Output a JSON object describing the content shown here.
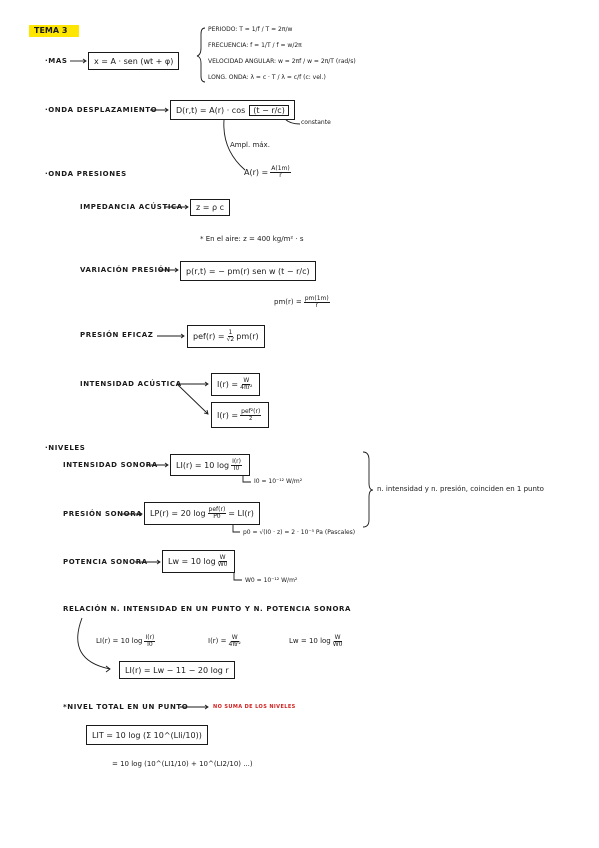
{
  "title": "TEMA 3",
  "colors": {
    "highlight": "#ffe600",
    "accent_red": "#d42020",
    "ink": "#1a1a1a"
  },
  "mas": {
    "label": "·MAS",
    "formula": "x = A · sen (wt + φ)",
    "defs": [
      "PERIODO: T = 1/f  /  T = 2π/w",
      "FRECUENCIA: f = 1/T  /  f = w/2π",
      "VELOCIDAD ANGULAR: w = 2πf  /  w = 2π/T   (rad/s)",
      "LONG. ONDA: λ = c · T  /  λ = c/f   (c: vel.)"
    ]
  },
  "onda_desp": {
    "label": "·ONDA DESPLAZAMIENTO",
    "formula_pre": "D(r,t) = A(r) · cos",
    "formula_paren": "(t − r/c)",
    "note_constante": "constante",
    "note_ampl": "Ampl. máx.",
    "ampl_formula_lhs": "A(r) =",
    "ampl_num": "A(1m)",
    "ampl_den": "r"
  },
  "onda_pres": {
    "label": "·ONDA PRESIONES",
    "impedancia_label": "IMPEDANCIA ACÚSTICA",
    "impedancia_formula": "z = ρ c",
    "aire_note": "* En el aire: z = 400 kg/m² · s",
    "variacion_label": "VARIACIÓN PRESIÓN",
    "variacion_formula": "p(r,t) = − pm(r) sen w (t − r/c)",
    "pm_lhs": "pm(r) =",
    "pm_num": "pm(1m)",
    "pm_den": "r",
    "eficaz_label": "PRESIÓN EFICAZ",
    "eficaz_lhs": "pef(r) =",
    "eficaz_num": "1",
    "eficaz_den": "√2",
    "eficaz_rhs": "pm(r)",
    "intensidad_label": "INTENSIDAD ACÚSTICA",
    "int1_lhs": "I(r) =",
    "int1_num": "W",
    "int1_den": "4πr²",
    "int2_lhs": "I(r) =",
    "int2_num": "pef²(r)",
    "int2_den": "z"
  },
  "niveles": {
    "label": "·NIVELES",
    "intensidad_label": "INTENSIDAD SONORA",
    "li_lhs": "LI(r) = 10 log",
    "li_num": "I(r)",
    "li_den": "I0",
    "i0_note": "I0 = 10⁻¹² W/m²",
    "presion_label": "PRESIÓN SONORA",
    "lp_lhs": "LP(r) = 20 log",
    "lp_num": "pef(r)",
    "lp_den": "P0",
    "lp_rhs": "= LI(r)",
    "p0_note": "p0 = √(I0 · z) = 2 · 10⁻⁵ Pa (Pascales)",
    "brace_note": "n. intensidad y n. presión, coinciden en 1 punto",
    "potencia_label": "POTENCIA SONORA",
    "lw_lhs": "Lw = 10 log",
    "lw_num": "W",
    "lw_den": "W0",
    "w0_note": "W0 = 10⁻¹² W/m²",
    "relacion_label": "RELACIÓN N. INTENSIDAD EN UN PUNTO Y N. POTENCIA SONORA",
    "rel_a_lhs": "LI(r) = 10 log",
    "rel_a_num": "I(r)",
    "rel_a_den": "I0",
    "rel_b_lhs": "I(r) =",
    "rel_b_num": "W",
    "rel_b_den": "4πr²",
    "rel_c_lhs": "Lw = 10 log",
    "rel_c_num": "W",
    "rel_c_den": "W0",
    "rel_result": "LI(r) = Lw − 11 − 20 log r",
    "total_label": "*NIVEL TOTAL EN UN PUNTO",
    "total_note": "NO SUMA DE LOS NIVELES",
    "total_formula": "LIT = 10 log (Σ 10^(LIi/10))",
    "total_expand": "= 10 log (10^(LI1/10) + 10^(LI2/10) ...)"
  }
}
